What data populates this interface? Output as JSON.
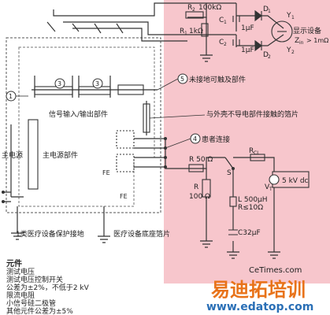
{
  "colors": {
    "pink_region": "#f7c6cc",
    "line": "#333333",
    "dashed": "#555555",
    "watermark_orange": "#e8731a",
    "watermark_blue": "#2a6fb6",
    "ce_blue": "#9fb9d9"
  },
  "labels": {
    "r2": "R",
    "r2_sub": "2",
    "r2_val": "100kΩ",
    "r1": "R",
    "r1_sub": "1",
    "r1_val": "1kΩ",
    "c1": "C",
    "c1_sub": "1",
    "c1_val": "1μF",
    "c2": "C",
    "c2_sub": "2",
    "c2_val": "1μF",
    "d1": "D",
    "d1_sub": "1",
    "d2": "D",
    "d2_sub": "2",
    "y1": "Y",
    "y1_sub": "1",
    "y2": "Y",
    "y2_sub": "2",
    "display": "显示设备",
    "zin": "Z",
    "zin_sub": "in",
    "zin_val": "> 1mΩ",
    "n1": "1",
    "n3a": "3",
    "n3b": "3",
    "n4": "4",
    "n5": "5",
    "signal_io": "信号输入/输出部件",
    "inaccessible": "未接地可触及部件",
    "foil_nonconductive": "与外壳不导电部件接触的箔片",
    "patient": "患者连接",
    "mains": "主电源",
    "mains_part": "主电源部件",
    "fe1": "FE",
    "fe2": "FE",
    "r50": "R  50 Ω",
    "r100_r": "R",
    "r100_val": "100 Ω",
    "s_label": "S",
    "rcl": "R",
    "rcl_sub": "CL",
    "vt": "V",
    "vt_sub": "T",
    "vt_val": "5 kV dc",
    "l500": "L 500μH",
    "r10": "R≤10Ω",
    "c32": "C32μF",
    "class1_ground": "1类医疗设备保护接地",
    "foil_base": "医疗设备底座箔片"
  },
  "components_legend": {
    "title": "元件",
    "items": [
      "测试电压",
      "测试电压控制开关",
      "公差为±2%，不低于2 kV",
      "限流电阻",
      "小信号硅二极管",
      "其他元件公差为±5%"
    ]
  },
  "watermark": {
    "ce_text": "CeTimes.com",
    "brand": "易迪拓培训",
    "url": "www.edatop.com"
  }
}
